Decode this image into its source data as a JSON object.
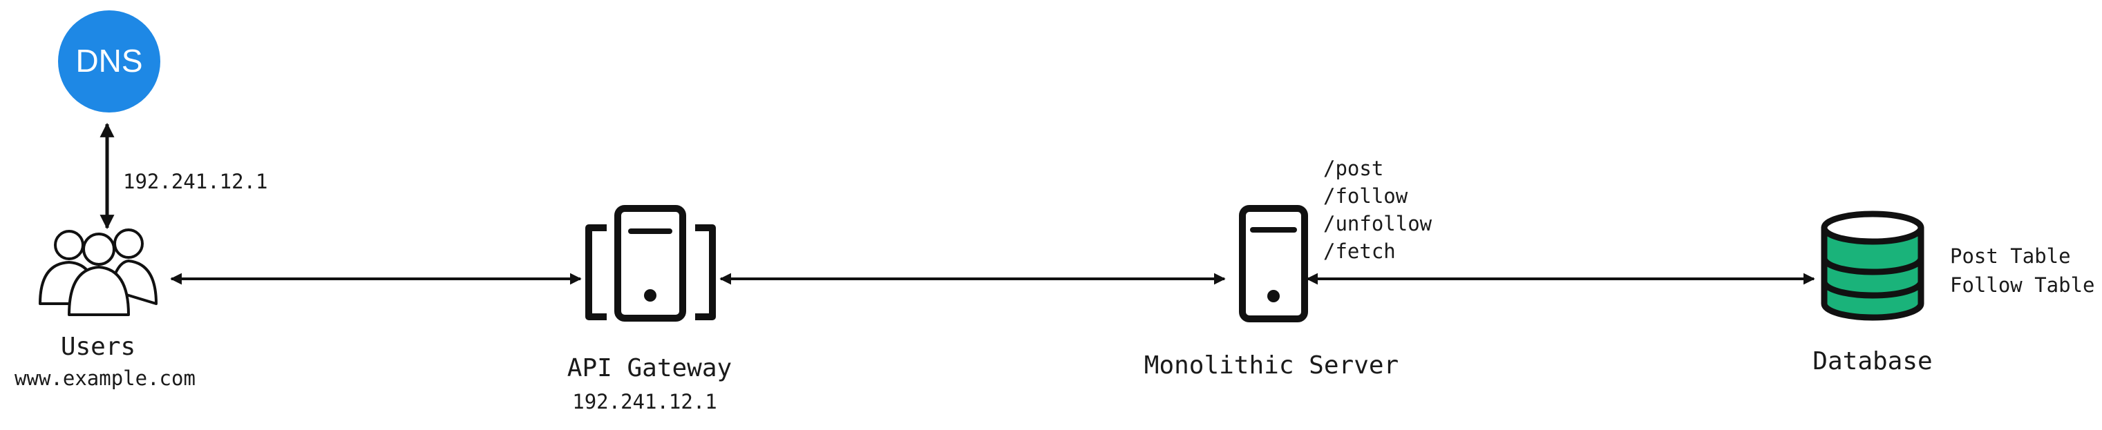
{
  "nodes": {
    "dns": {
      "label": "DNS",
      "color": "#1e88e5"
    },
    "users": {
      "label": "Users",
      "sublabel": "www.example.com"
    },
    "api_gateway": {
      "label": "API Gateway",
      "sublabel": "192.241.12.1"
    },
    "server": {
      "label": "Monolithic Server"
    },
    "database": {
      "label": "Database",
      "stripe_color": "#1ab37a",
      "tables": [
        "Post Table",
        "Follow Table"
      ]
    }
  },
  "edges": {
    "dns_users": {
      "label": "192.241.12.1"
    },
    "server_database": {
      "endpoints": [
        "/post",
        "/follow",
        "/unfollow",
        "/fetch"
      ]
    }
  }
}
